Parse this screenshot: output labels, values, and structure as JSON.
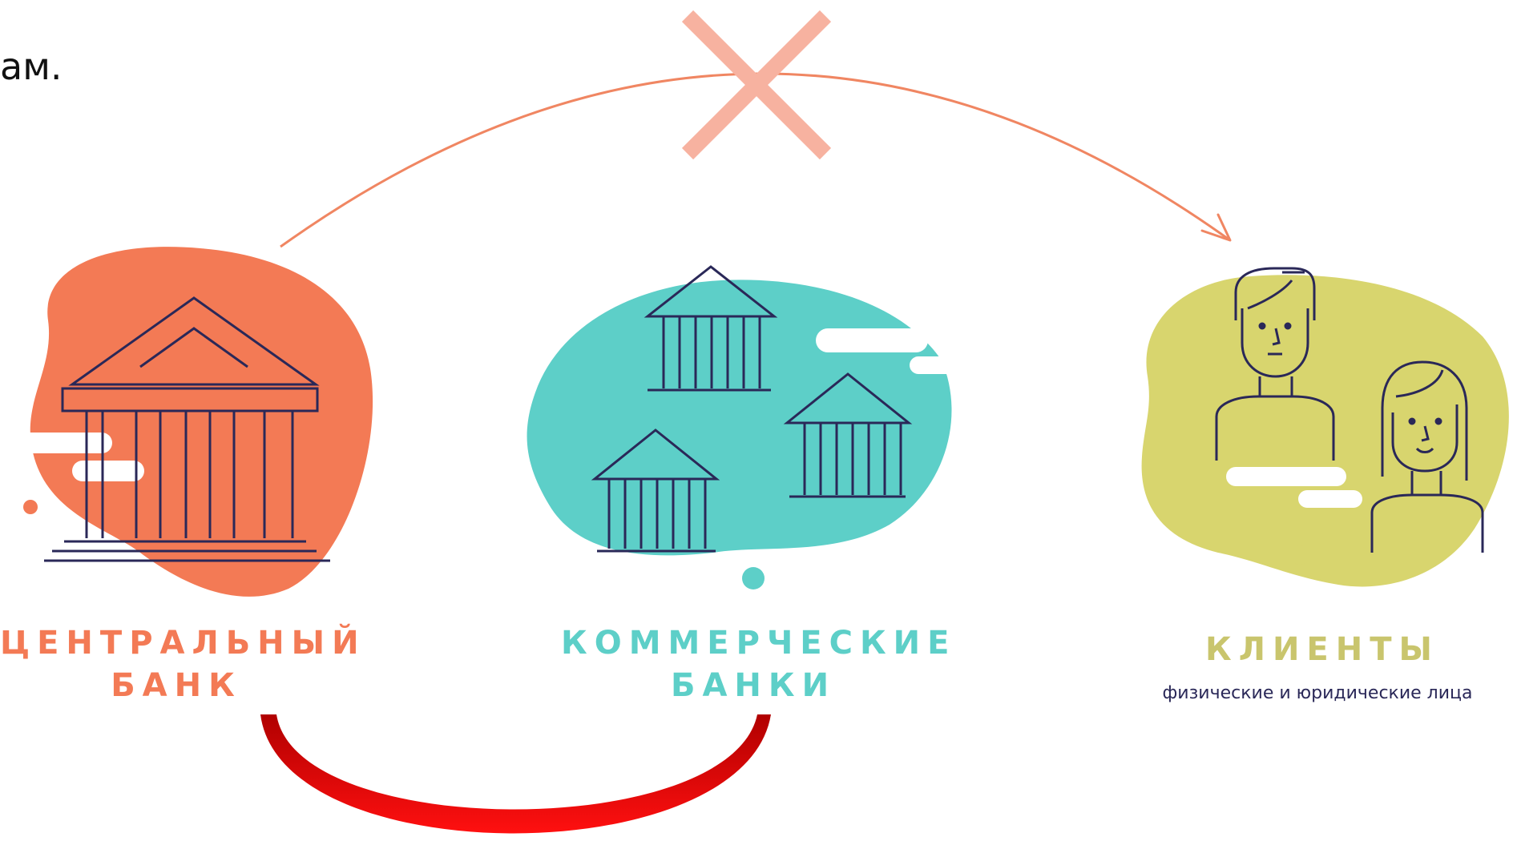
{
  "top_text": "ам.",
  "nodes": {
    "central_bank": {
      "line1": "ЦЕНТРАЛЬНЫЙ",
      "line2": "БАНК",
      "color": "#f37a55"
    },
    "commercial_banks": {
      "line1": "КОММЕРЧЕСКИЕ",
      "line2": "БАНКИ",
      "color": "#5dcfc8"
    },
    "clients": {
      "title": "КЛИЕНТЫ",
      "subtitle": "физические и юридические лица",
      "color": "#c9c56d"
    }
  },
  "colors": {
    "arrow_top": "#f08662",
    "cross": "#f7b2a0",
    "arrow_bottom": "#d10000",
    "icon_stroke": "#2a2858"
  },
  "icons": [
    "bank-building-icon",
    "bank-building-icon",
    "bank-building-icon",
    "bank-building-icon",
    "man-icon",
    "woman-icon",
    "cross-icon"
  ]
}
